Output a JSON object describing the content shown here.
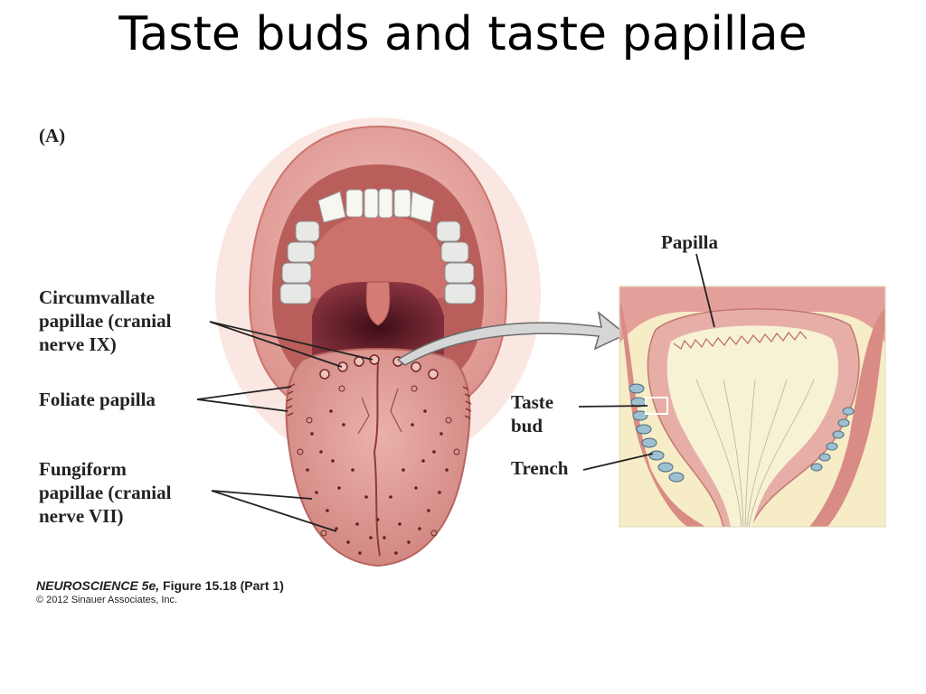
{
  "title": "Taste buds and taste papillae",
  "panel_label": "(A)",
  "labels": {
    "circumvallate": [
      "Circumvallate",
      "papillae (cranial",
      "nerve IX)"
    ],
    "foliate": [
      "Foliate papilla"
    ],
    "fungiform": [
      "Fungiform",
      "papillae (cranial",
      "nerve VII)"
    ],
    "papilla": [
      "Papilla"
    ],
    "taste_bud": [
      "Taste",
      "bud"
    ],
    "trench": [
      "Trench"
    ]
  },
  "credit": {
    "book": "NEUROSCIENCE 5e,",
    "figure": "Figure 15.18 (Part 1)",
    "copyright": "© 2012 Sinauer Associates, Inc."
  },
  "colors": {
    "lip": "#e8a9a4",
    "lip_dark": "#c97670",
    "palate": "#c86d68",
    "tongue": "#e09994",
    "throat": "#6e2530",
    "tooth": "#f7f7f2",
    "detail_bg": "#f6ecc6",
    "detail_tissue": "#e3a09a",
    "taste_bud": "#9fc0d0",
    "arrow": "#cfcfcf"
  }
}
